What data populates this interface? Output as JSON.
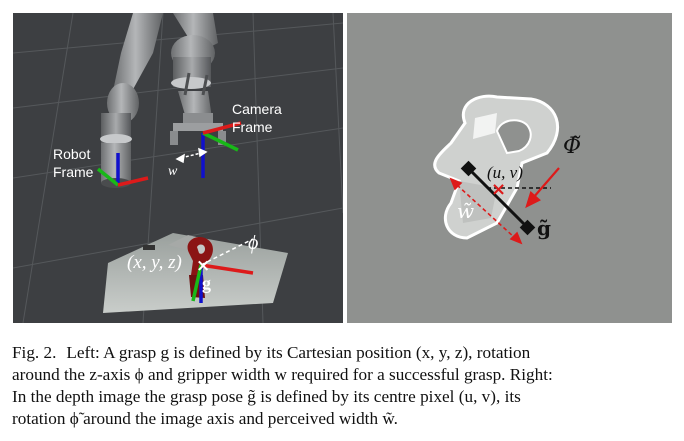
{
  "left_figure": {
    "camera_frame_label_line1": "Camera",
    "camera_frame_label_line2": "Frame",
    "robot_frame_label_line1": "Robot",
    "robot_frame_label_line2": "Frame",
    "width_symbol": "w",
    "position_label": "(x, y, z)",
    "rotation_symbol": "ϕ",
    "grasp_symbol": "g"
  },
  "right_figure": {
    "rotation_symbol": "Φ̃",
    "centre_label": "(u, v)",
    "width_symbol": "w̃",
    "grasp_symbol": "g̃"
  },
  "caption": {
    "figure_number": "Fig. 2.",
    "line1": "Left: A grasp g is defined by its Cartesian position (x, y, z), rotation",
    "line2": "around the z-axis ϕ and gripper width w required for a successful grasp. Right:",
    "line3": "In the depth image the grasp pose g̃ is defined by its centre pixel (u, v), its",
    "line4": "rotation  ϕ̃ around the image axis and perceived width w̃."
  }
}
